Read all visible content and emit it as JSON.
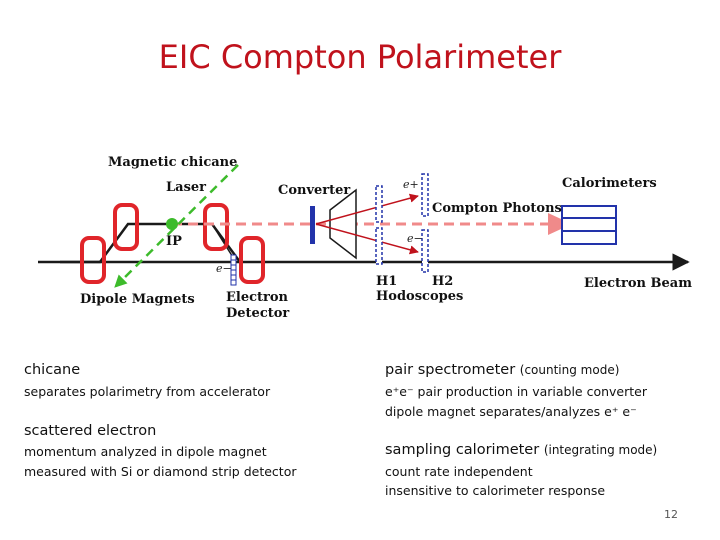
{
  "slide": {
    "title": "EIC Compton Polarimeter",
    "page_number": "12"
  },
  "diagram": {
    "labels": {
      "magnetic_chicane": "Magnetic chicane",
      "laser": "Laser",
      "ip": "IP",
      "converter": "Converter",
      "e_plus": "e+",
      "e_minus_mid": "e−",
      "e_minus_detector": "e−",
      "compton_photons": "Compton Photons",
      "calorimeters": "Calorimeters",
      "h1": "H1",
      "h2": "H2",
      "hodoscopes": "Hodoscopes",
      "dipole_magnets": "Dipole Magnets",
      "electron_detector_line1": "Electron",
      "electron_detector_line2": "Detector",
      "electron_beam": "Electron Beam"
    },
    "colors": {
      "beam": "#1a1a1a",
      "magnet": "#e0252a",
      "laser": "#3dbb2b",
      "photons": "#f08a8a",
      "detector": "#2233aa",
      "converter_arrows": "#c0121c"
    }
  },
  "left": {
    "chicane": {
      "heading": "chicane",
      "lines": [
        "separates polarimetry from accelerator"
      ]
    },
    "scattered_electron": {
      "heading": "scattered electron",
      "lines": [
        "momentum analyzed in dipole magnet",
        "measured with Si or diamond strip detector"
      ]
    }
  },
  "right": {
    "pair_spectrometer": {
      "heading": "pair spectrometer",
      "mode": "(counting mode)",
      "lines": [
        "e⁺e⁻ pair production in variable converter",
        "dipole magnet separates/analyzes e⁺ e⁻"
      ]
    },
    "sampling_calorimeter": {
      "heading": "sampling calorimeter",
      "mode": "(integrating mode)",
      "lines": [
        "count rate independent",
        "insensitive to calorimeter response"
      ]
    }
  }
}
